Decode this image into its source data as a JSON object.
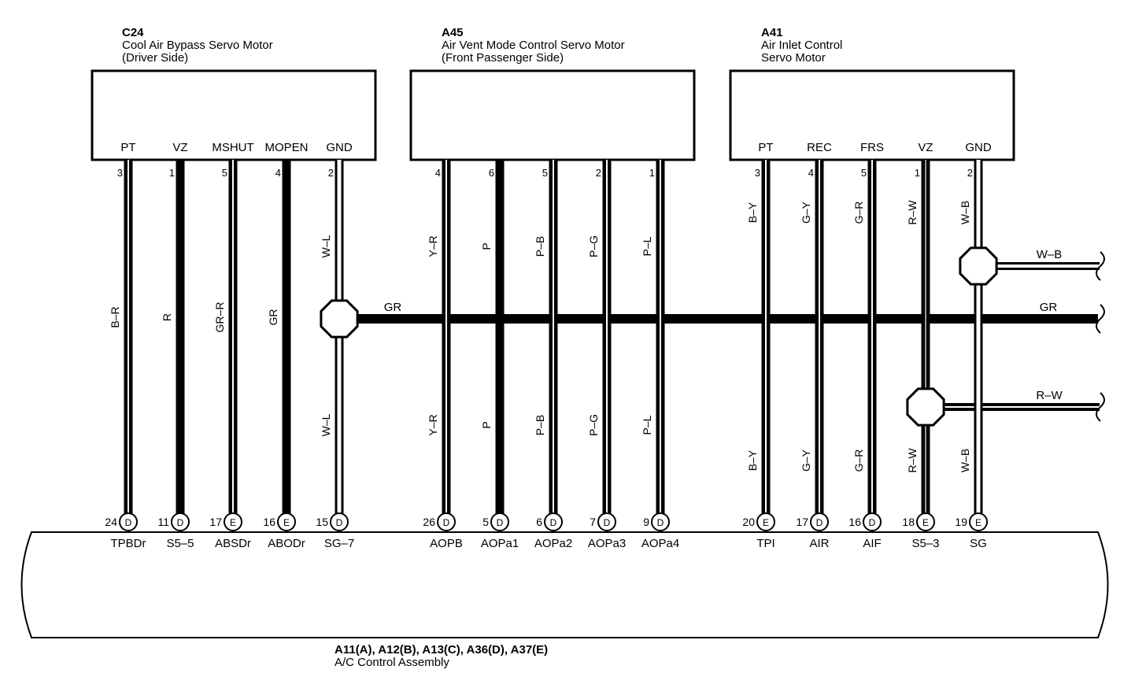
{
  "components": [
    {
      "id": "C24",
      "lines": [
        "Cool Air Bypass Servo Motor",
        "(Driver Side)"
      ],
      "pins": [
        {
          "name": "PT",
          "num": "3"
        },
        {
          "name": "VZ",
          "num": "1"
        },
        {
          "name": "MSHUT",
          "num": "5"
        },
        {
          "name": "MOPEN",
          "num": "4"
        },
        {
          "name": "GND",
          "num": "2"
        }
      ]
    },
    {
      "id": "A45",
      "lines": [
        "Air Vent Mode Control Servo Motor",
        "(Front Passenger Side)"
      ],
      "pins": [
        {
          "name": "",
          "num": "4"
        },
        {
          "name": "",
          "num": "6"
        },
        {
          "name": "",
          "num": "5"
        },
        {
          "name": "",
          "num": "2"
        },
        {
          "name": "",
          "num": "1"
        }
      ]
    },
    {
      "id": "A41",
      "lines": [
        "Air Inlet Control",
        "Servo Motor"
      ],
      "pins": [
        {
          "name": "PT",
          "num": "3"
        },
        {
          "name": "REC",
          "num": "4"
        },
        {
          "name": "FRS",
          "num": "5"
        },
        {
          "name": "VZ",
          "num": "1"
        },
        {
          "name": "GND",
          "num": "2"
        }
      ]
    }
  ],
  "wires": [
    {
      "color": "B–R",
      "style": "double",
      "top": "B–R",
      "bottom": ""
    },
    {
      "color": "R",
      "style": "solid",
      "top": "R",
      "bottom": ""
    },
    {
      "color": "GR–R",
      "style": "double",
      "top": "GR–R",
      "bottom": ""
    },
    {
      "color": "GR",
      "style": "solid",
      "top": "GR",
      "bottom": ""
    },
    {
      "color": "W–L",
      "style": "white",
      "top": "W–L",
      "bottom": "W–L"
    },
    {
      "color": "Y–R",
      "style": "double",
      "top": "Y–R",
      "bottom": "Y–R"
    },
    {
      "color": "P",
      "style": "solid",
      "top": "P",
      "bottom": "P"
    },
    {
      "color": "P–B",
      "style": "double",
      "top": "P–B",
      "bottom": "P–B"
    },
    {
      "color": "P–G",
      "style": "double",
      "top": "P–G",
      "bottom": "P–G"
    },
    {
      "color": "P–L",
      "style": "double",
      "top": "P–L",
      "bottom": "P–L"
    },
    {
      "color": "B–Y",
      "style": "double",
      "top": "B–Y",
      "bottom": "B–Y"
    },
    {
      "color": "G–Y",
      "style": "double",
      "top": "G–Y",
      "bottom": "G–Y"
    },
    {
      "color": "G–R",
      "style": "double",
      "top": "G–R",
      "bottom": "G–R"
    },
    {
      "color": "R–W",
      "style": "solidline",
      "top": "R–W",
      "bottom": "R–W"
    },
    {
      "color": "W–B",
      "style": "white",
      "top": "W–B",
      "bottom": "W–B"
    }
  ],
  "buses": [
    {
      "label": "GR",
      "label2": "GR"
    },
    {
      "label": "W–B"
    },
    {
      "label": "R–W"
    }
  ],
  "assembly": {
    "connectors": "A11(A), A12(B), A13(C), A36(D), A37(E)",
    "name": "A/C Control Assembly",
    "terminals": [
      {
        "num": "24",
        "conn": "D",
        "name": "TPBDr"
      },
      {
        "num": "11",
        "conn": "D",
        "name": "S5–5"
      },
      {
        "num": "17",
        "conn": "E",
        "name": "ABSDr"
      },
      {
        "num": "16",
        "conn": "E",
        "name": "ABODr"
      },
      {
        "num": "15",
        "conn": "D",
        "name": "SG–7"
      },
      {
        "num": "26",
        "conn": "D",
        "name": "AOPB"
      },
      {
        "num": "5",
        "conn": "D",
        "name": "AOPa1"
      },
      {
        "num": "6",
        "conn": "D",
        "name": "AOPa2"
      },
      {
        "num": "7",
        "conn": "D",
        "name": "AOPa3"
      },
      {
        "num": "9",
        "conn": "D",
        "name": "AOPa4"
      },
      {
        "num": "20",
        "conn": "E",
        "name": "TPI"
      },
      {
        "num": "17",
        "conn": "D",
        "name": "AIR"
      },
      {
        "num": "16",
        "conn": "D",
        "name": "AIF"
      },
      {
        "num": "18",
        "conn": "E",
        "name": "S5–3"
      },
      {
        "num": "19",
        "conn": "E",
        "name": "SG"
      }
    ]
  }
}
